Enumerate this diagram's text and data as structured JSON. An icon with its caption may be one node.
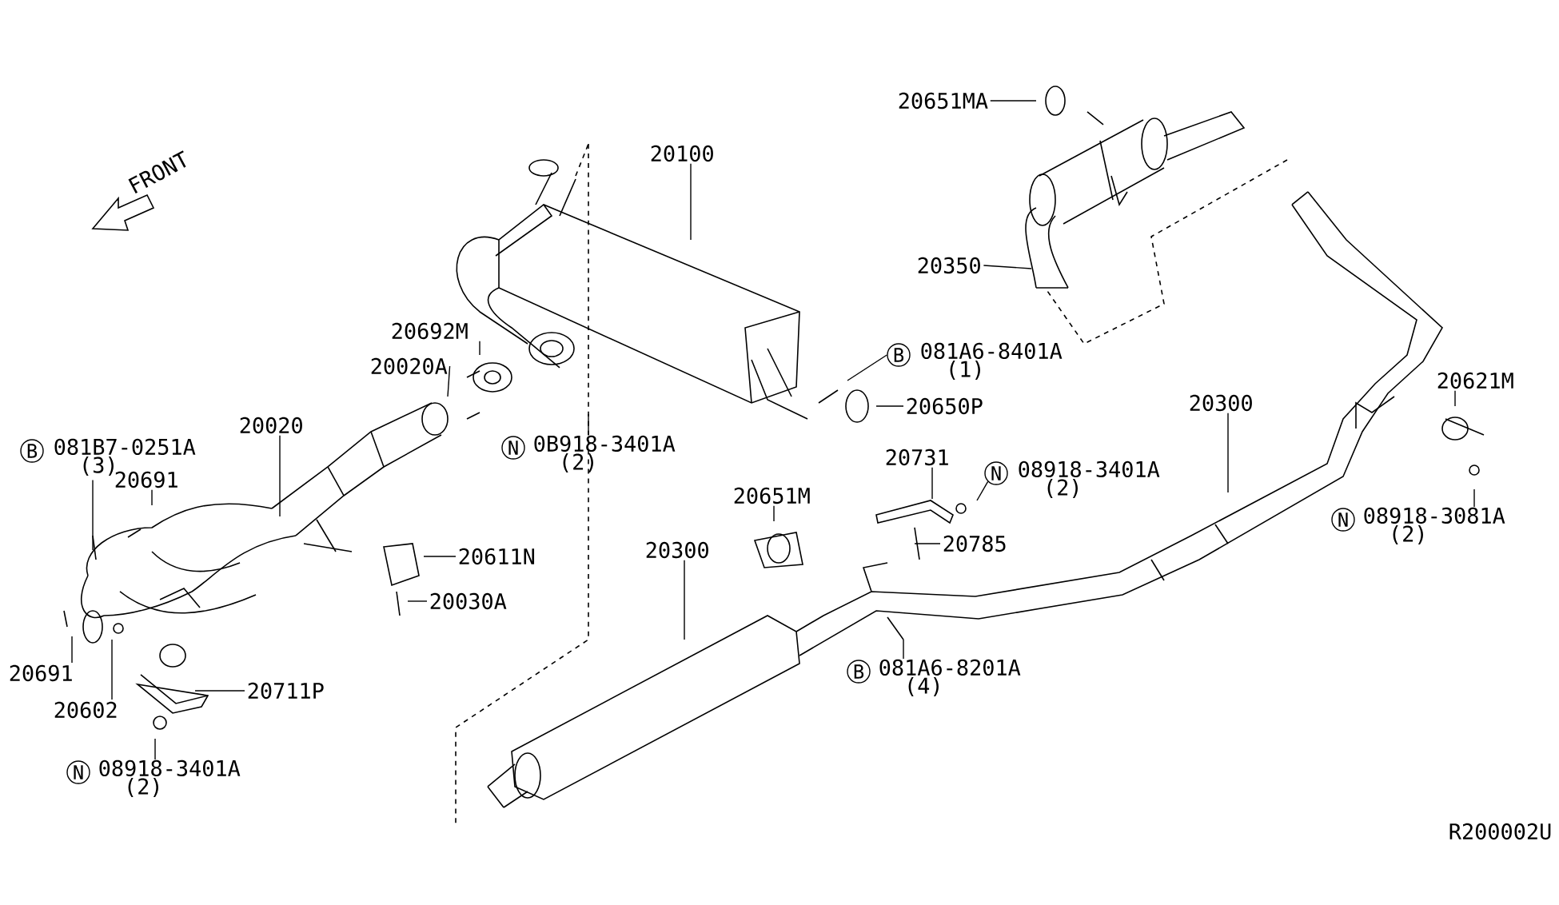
{
  "diagram": {
    "nodes": [
      {
        "text": [
          "20100"
        ]
      },
      {
        "text": [
          "20692M"
        ]
      },
      {
        "text": [
          "20020A"
        ]
      },
      {
        "text": [
          "N",
          "0B918-3401A",
          "(2)"
        ]
      },
      {
        "text": [
          "B",
          "081A6-8401A",
          "(1)"
        ]
      },
      {
        "text": [
          "20650P"
        ]
      },
      {
        "text": [
          "20651MA"
        ]
      },
      {
        "text": [
          "20350"
        ]
      },
      {
        "text": [
          "20621M"
        ]
      },
      {
        "text": [
          "N",
          "08918-3081A",
          "(2)"
        ]
      },
      {
        "text": [
          "20300"
        ]
      },
      {
        "text": [
          "20731"
        ]
      },
      {
        "text": [
          "N",
          "08918-3401A",
          "(2)"
        ]
      },
      {
        "text": [
          "20785"
        ]
      },
      {
        "text": [
          "20651M"
        ]
      },
      {
        "text": [
          "20300"
        ]
      },
      {
        "text": [
          "B",
          "081A6-8201A",
          "(4)"
        ]
      },
      {
        "text": [
          "20611N"
        ]
      },
      {
        "text": [
          "20030A"
        ]
      },
      {
        "text": [
          "B",
          "081B7-0251A",
          "(3)"
        ]
      },
      {
        "text": [
          "20020"
        ]
      },
      {
        "text": [
          "20691"
        ]
      },
      {
        "text": [
          "20691"
        ]
      },
      {
        "text": [
          "20602"
        ]
      },
      {
        "text": [
          "20711P"
        ]
      },
      {
        "text": [
          "N",
          "08918-3401A",
          "(2)"
        ]
      }
    ],
    "edges": [
      {
        "from": 0,
        "to": null,
        "arrow": "none"
      },
      {
        "from": 1,
        "to": null,
        "arrow": "none"
      },
      {
        "from": 2,
        "to": null,
        "arrow": "none"
      },
      {
        "from": 3,
        "to": null,
        "arrow": "none"
      },
      {
        "from": 4,
        "to": null,
        "arrow": "none"
      },
      {
        "from": 5,
        "to": null,
        "arrow": "none"
      },
      {
        "from": 6,
        "to": null,
        "arrow": "none"
      },
      {
        "from": 7,
        "to": null,
        "arrow": "none"
      },
      {
        "from": 8,
        "to": null,
        "arrow": "none"
      },
      {
        "from": 9,
        "to": null,
        "arrow": "none"
      },
      {
        "from": 10,
        "to": null,
        "arrow": "none"
      },
      {
        "from": 11,
        "to": null,
        "arrow": "none"
      },
      {
        "from": 12,
        "to": null,
        "arrow": "none"
      },
      {
        "from": 13,
        "to": null,
        "arrow": "none"
      },
      {
        "from": 14,
        "to": null,
        "arrow": "none"
      },
      {
        "from": 15,
        "to": null,
        "arrow": "none"
      },
      {
        "from": 16,
        "to": null,
        "arrow": "none"
      },
      {
        "from": 17,
        "to": null,
        "arrow": "none"
      },
      {
        "from": 18,
        "to": null,
        "arrow": "none"
      },
      {
        "from": 19,
        "to": null,
        "arrow": "none"
      },
      {
        "from": 20,
        "to": null,
        "arrow": "none"
      },
      {
        "from": 21,
        "to": null,
        "arrow": "none"
      },
      {
        "from": 22,
        "to": null,
        "arrow": "none"
      },
      {
        "from": 23,
        "to": null,
        "arrow": "none"
      },
      {
        "from": 24,
        "to": null,
        "arrow": "none"
      },
      {
        "from": 25,
        "to": null,
        "arrow": "none"
      }
    ],
    "labels": [
      "FRONT",
      "R200002U"
    ]
  }
}
